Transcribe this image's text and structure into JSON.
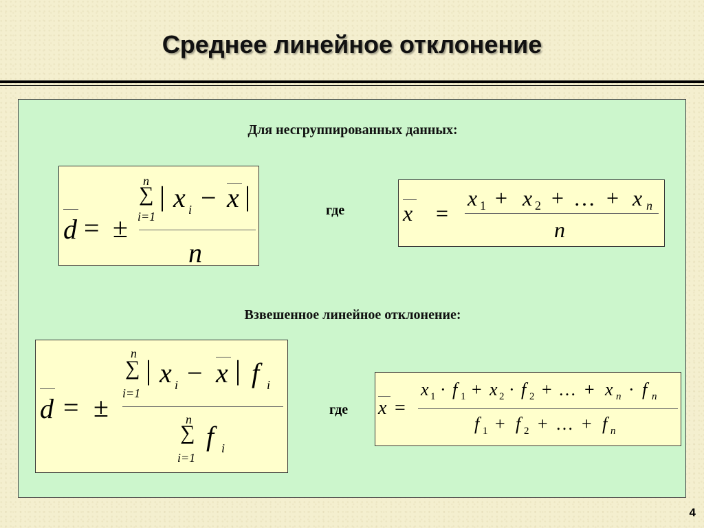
{
  "slide": {
    "title": "Среднее линейное отклонение",
    "page_number": "4"
  },
  "section_unweighted": {
    "heading": "Для несгруппированных данных:",
    "formula_d": {
      "lhs": "d",
      "eq": "=",
      "pm": "±",
      "sum": "∑",
      "sum_upper": "n",
      "sum_lower": "i=1",
      "abs_open": "|",
      "xi": "x",
      "xi_sub": "i",
      "minus": "−",
      "xbar": "x",
      "abs_close": "|",
      "denominator": "n"
    },
    "where": "где",
    "formula_mean": {
      "lhs": "x",
      "eq": "=",
      "x1": "x",
      "x1_sub": "1",
      "plus1": "+",
      "x2": "x",
      "x2_sub": "2",
      "plus2": "+",
      "dots": "…",
      "plus3": "+",
      "xn": "x",
      "xn_sub": "n",
      "denominator": "n"
    }
  },
  "section_weighted": {
    "heading": "Взвешенное линейное отклонение:",
    "formula_d": {
      "lhs": "d",
      "eq": "=",
      "pm": "±",
      "sum": "∑",
      "sum_upper": "n",
      "sum_lower": "i=1",
      "abs_open": "|",
      "xi": "x",
      "xi_sub": "i",
      "minus": "−",
      "xbar": "x",
      "abs_close": "|",
      "fi": "f",
      "fi_sub": "i",
      "den_sum": "∑",
      "den_sum_upper": "n",
      "den_sum_lower": "i=1",
      "den_f": "f",
      "den_f_sub": "i"
    },
    "where": "где",
    "formula_mean": {
      "lhs": "x",
      "eq": "=",
      "numerator": {
        "x1": "x",
        "x1_sub": "1",
        "dot1": "·",
        "f1": "f",
        "f1_sub": "1",
        "plus1": "+",
        "x2": "x",
        "x2_sub": "2",
        "dot2": "·",
        "f2": "f",
        "f2_sub": "2",
        "plus2": "+",
        "dots": "…",
        "plus3": "+",
        "xn": "x",
        "xn_sub": "n",
        "dot3": "·",
        "fn": "f",
        "fn_sub": "n"
      },
      "denominator": {
        "f1": "f",
        "f1_sub": "1",
        "plus1": "+",
        "f2": "f",
        "f2_sub": "2",
        "plus2": "+",
        "dots": "…",
        "plus3": "+",
        "fn": "f",
        "fn_sub": "n"
      }
    }
  }
}
